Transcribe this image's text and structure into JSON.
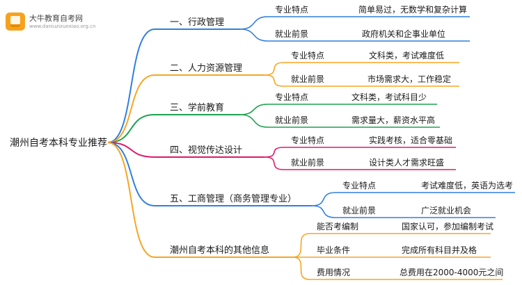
{
  "logo": {
    "name": "大牛教育自考网",
    "url": "www.daniuzixuexiao.org.cn"
  },
  "root": "潮州自考本科专业推荐",
  "branches": [
    {
      "label": "一、行政管理",
      "color": "#2f7fe0",
      "children": [
        {
          "label": "专业特点",
          "value": "简单易过，无数学和复杂计算"
        },
        {
          "label": "就业前景",
          "value": "政府机关和企事业单位"
        }
      ]
    },
    {
      "label": "二、人力资源管理",
      "color": "#f5a623",
      "children": [
        {
          "label": "专业特点",
          "value": "文科类，考试难度低"
        },
        {
          "label": "就业前景",
          "value": "市场需求大，工作稳定"
        }
      ]
    },
    {
      "label": "三、学前教育",
      "color": "#1ca34f",
      "children": [
        {
          "label": "专业特点",
          "value": "文科类，考试科目少"
        },
        {
          "label": "就业前景",
          "value": "需求量大，薪资水平高"
        }
      ]
    },
    {
      "label": "四、视觉传达设计",
      "color": "#e0186a",
      "children": [
        {
          "label": "专业特点",
          "value": "实践考核，适合零基础"
        },
        {
          "label": "就业前景",
          "value": "设计类人才需求旺盛"
        }
      ]
    },
    {
      "label": "五、工商管理（商务管理专业）",
      "color": "#2f7fe0",
      "children": [
        {
          "label": "专业特点",
          "value": "考试难度低，英语为选考"
        },
        {
          "label": "就业前景",
          "value": "广泛就业机会"
        }
      ]
    },
    {
      "label": "潮州自考本科的其他信息",
      "color": "#f5a623",
      "children": [
        {
          "label": "能否考编制",
          "value": "国家认可，参加编制考试"
        },
        {
          "label": "毕业条件",
          "value": "完成所有科目并及格"
        },
        {
          "label": "费用情况",
          "value": "总费用在2000-4000元之间"
        }
      ]
    }
  ]
}
